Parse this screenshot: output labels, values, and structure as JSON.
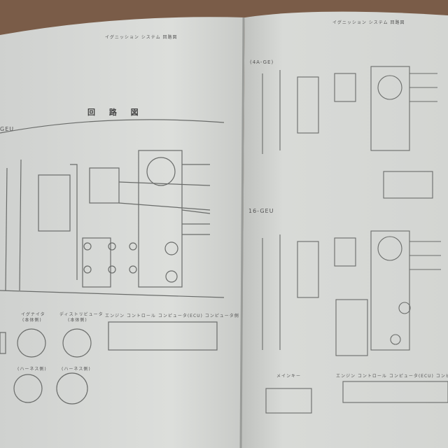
{
  "left_page": {
    "header": "イグニッション システム 回路図",
    "section_title": "回 路 図",
    "engine_label": "GEU",
    "connectors": [
      {
        "label": "イグナイタ",
        "side": "(本体側)"
      },
      {
        "label": "ディストリビュータ",
        "side": "(本体側)"
      },
      {
        "label": "(ハーネス側)"
      },
      {
        "label": "(ハーネス側)"
      }
    ],
    "ecu_label": "エンジン コントロール コンピュータ(ECU) コンピュータ側"
  },
  "right_page": {
    "header": "イグニッション システム 回路図",
    "engine_label_top": "(4A-GE)",
    "engine_label_bottom": "16-GEU",
    "switch_label": "メインキー",
    "ecu_label": "エンジン コントロール コンピュータ(ECU) コンピ"
  },
  "colors": {
    "paper": "#d9dbd8",
    "background": "#7a5c48",
    "ink": "#555555"
  }
}
